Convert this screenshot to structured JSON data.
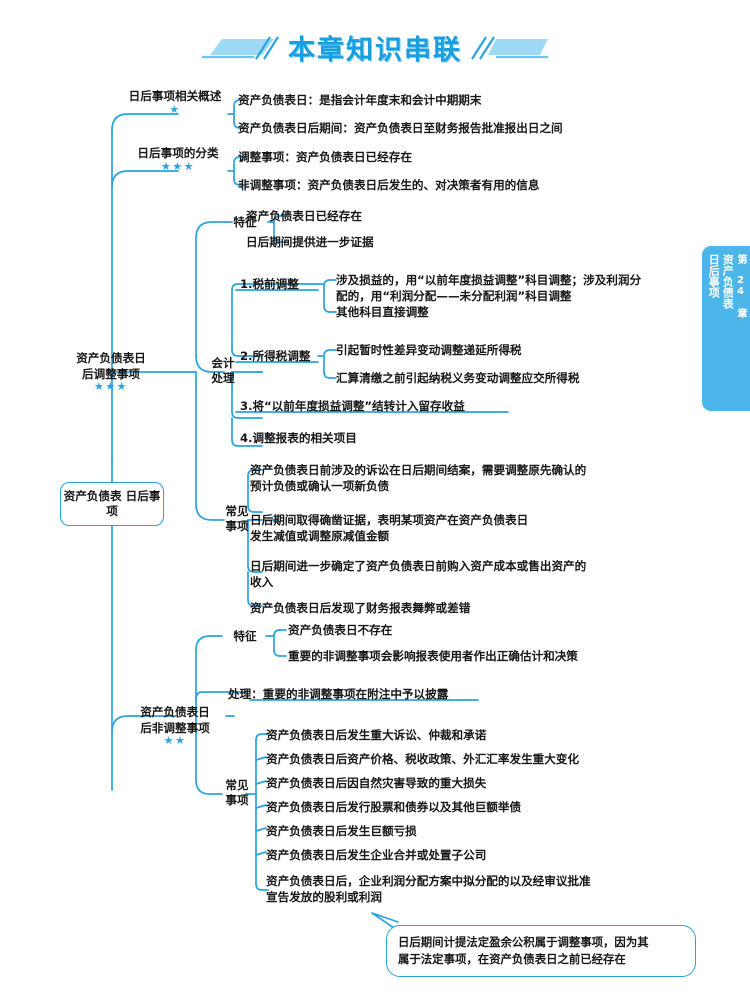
{
  "title": "本章知识串联",
  "side_tab": {
    "chapter": "第 24 章",
    "line1": "资产负债表",
    "line2": "日后事项"
  },
  "root": {
    "label": "资产负债表\n日后事项"
  },
  "branches": {
    "overview": {
      "label": "日后事项相关概述",
      "stars": "★",
      "items": [
        "资产负债表日：是指会计年度末和会计中期期末",
        "资产负债表日后期间：资产负债表日至财务报告批准报出日之间"
      ]
    },
    "classification": {
      "label": "日后事项的分类",
      "stars": "★★★",
      "items": [
        "调整事项：资产负债表日已经存在",
        "非调整事项：资产负债表日后发生的、对决策者有用的信息"
      ]
    },
    "adjusting": {
      "label": "资产负债表日\n后调整事项",
      "stars": "★★★",
      "features": {
        "label": "特征",
        "items": [
          "资产负债表日已经存在",
          "日后期间提供进一步证据"
        ]
      },
      "accounting": {
        "label": "会计\n处理",
        "item1": {
          "label": "1.税前调整",
          "subitems": [
            "涉及损益的，用“以前年度损益调整”科目调整；涉及利润分\n配的，用“利润分配——未分配利润”科目调整",
            "其他科目直接调整"
          ]
        },
        "item2": {
          "label": "2.所得税调整",
          "subitems": [
            "引起暂时性差异变动调整递延所得税",
            "汇算清缴之前引起纳税义务变动调整应交所得税"
          ]
        },
        "item3": "3.将“以前年度损益调整”结转计入留存收益",
        "item4": "4.调整报表的相关项目"
      },
      "common": {
        "label": "常见\n事项",
        "items": [
          "资产负债表日前涉及的诉讼在日后期间结案，需要调整原先确认的\n预计负债或确认一项新负债",
          "日后期间取得确凿证据，表明某项资产在资产负债表日\n发生减值或调整原减值金额",
          "日后期间进一步确定了资产负债表日前购入资产成本或售出资产的\n收入",
          "资产负债表日后发现了财务报表舞弊或差错"
        ]
      }
    },
    "nonadjusting": {
      "label": "资产负债表日\n后非调整事项",
      "stars": "★★",
      "features": {
        "label": "特征",
        "items": [
          "资产负债表日不存在",
          "重要的非调整事项会影响报表使用者作出正确估计和决策"
        ]
      },
      "handling": "处理：重要的非调整事项在附注中予以披露",
      "common": {
        "label": "常见\n事项",
        "items": [
          "资产负债表日后发生重大诉讼、仲裁和承诺",
          "资产负债表日后资产价格、税收政策、外汇汇率发生重大变化",
          "资产负债表日后因自然灾害导致的重大损失",
          "资产负债表日后发行股票和债券以及其他巨额举债",
          "资产负债表日后发生巨额亏损",
          "资产负债表日后发生企业合并或处置子公司",
          "资产负债表日后，企业利润分配方案中拟分配的以及经审议批准\n宣告发放的股利或利润"
        ]
      }
    }
  },
  "callout": "日后期间计提法定盈余公积属于调整事项，因为其\n属于法定事项，在资产负债表日之前已经存在",
  "colors": {
    "line": "#2ba3df",
    "accent": "#4cb6ea",
    "title": "#1a9ee0",
    "text": "#171717"
  }
}
